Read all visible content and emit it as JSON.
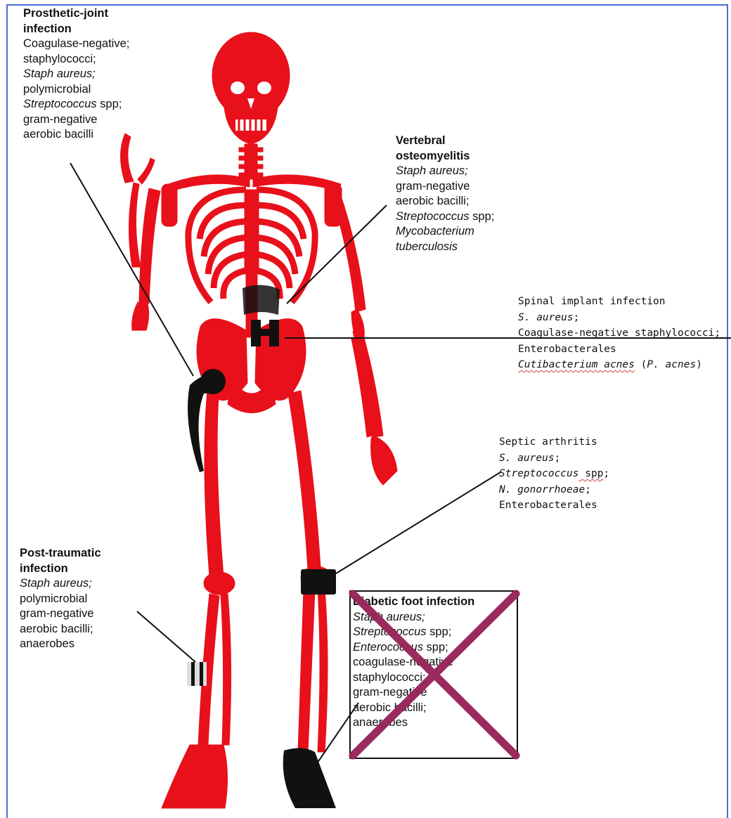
{
  "prosthetic": {
    "title1": "Prosthetic-joint",
    "title2": "infection",
    "l1": "Coagulase-negative;",
    "l2": "staphylococci;",
    "l3": "Staph aureus;",
    "l4": "polymicrobial",
    "l5a": "Streptococcus",
    "l5b": " spp;",
    "l6": "gram-negative",
    "l7": "aerobic bacilli"
  },
  "vertebral": {
    "title1": "Vertebral",
    "title2": "osteomyelitis",
    "l1": "Staph aureus;",
    "l2": "gram-negative",
    "l3": "aerobic bacilli;",
    "l4a": "Streptococcus",
    "l4b": " spp;",
    "l5": "Mycobacterium",
    "l6": "tuberculosis"
  },
  "spinal": {
    "title": "Spinal implant infection",
    "l1": "S. aureus",
    "l1b": ";",
    "l2": "Coagulase-negative staphylococci;",
    "l3": "Enterobacterales",
    "l4a": "Cutibacterium acnes",
    "l4b": " (",
    "l4c": "P. acnes",
    "l4d": ")"
  },
  "septic": {
    "title": "Septic arthritis",
    "l1": "S. aureus",
    "l1b": ";",
    "l2a": "Streptococcus",
    "l2b": " spp",
    "l2c": ";",
    "l3": "N. gonorrhoeae",
    "l3b": ";",
    "l4": "Enterobacterales"
  },
  "posttraumatic": {
    "title1": "Post-traumatic",
    "title2": "infection",
    "l1": "Staph aureus;",
    "l2": "polymicrobial",
    "l3": "gram-negative",
    "l4": "aerobic bacilli;",
    "l5": "anaerobes"
  },
  "diabetic": {
    "title": "Diabetic foot infection",
    "l1": "Staph aureus;",
    "l2a": "Streptococcus",
    "l2b": " spp;",
    "l3a": "Enterococcus",
    "l3b": " spp;",
    "l4": "coagulase-negative",
    "l5": "staphylococci;",
    "l6": "gram-negative",
    "l7": "aerobic bacilli;",
    "l8": "anaerobes"
  },
  "colors": {
    "bone": "#e8101a",
    "implant": "#111111",
    "cross": "#9b2a5e",
    "frame": "#4a6fd0"
  }
}
